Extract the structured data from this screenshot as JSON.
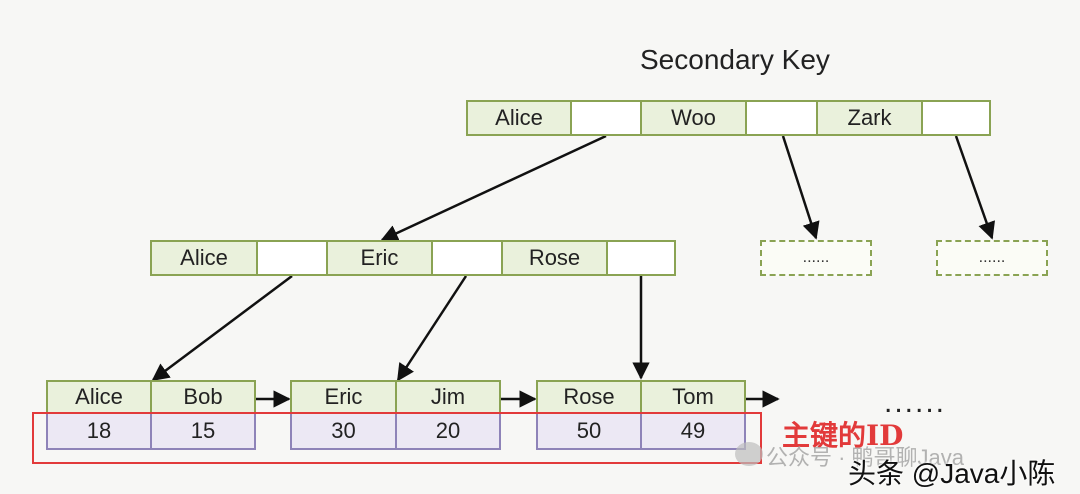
{
  "title": "Secondary Key",
  "root": {
    "keys": [
      "Alice",
      "Woo",
      "Zark"
    ]
  },
  "internal": {
    "keys": [
      "Alice",
      "Eric",
      "Rose"
    ]
  },
  "placeholders": [
    "......",
    "......"
  ],
  "leaves": [
    {
      "keys": [
        "Alice",
        "Bob"
      ],
      "values": [
        "18",
        "15"
      ]
    },
    {
      "keys": [
        "Eric",
        "Jim"
      ],
      "values": [
        "30",
        "20"
      ]
    },
    {
      "keys": [
        "Rose",
        "Tom"
      ],
      "values": [
        "50",
        "49"
      ]
    }
  ],
  "leaf_ellipsis": "......",
  "primary_key_label": "主键的ID",
  "watermark": {
    "account": "公众号 · 鸭哥聊Java",
    "site": "头条 @Java小陈"
  },
  "colors": {
    "key_fill": "#eaf1dc",
    "node_border": "#8aa353",
    "value_fill": "#ece8f4",
    "value_border": "#8e83b8",
    "highlight": "#e23a3a"
  }
}
